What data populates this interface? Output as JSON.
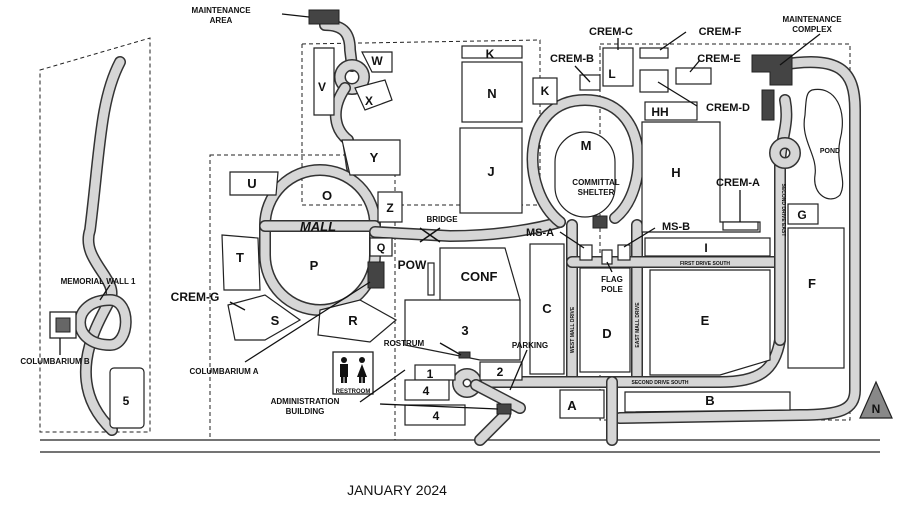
{
  "labels": {
    "maintenance_area": "MAINTENANCE\nAREA",
    "maintenance_complex": "MAINTENANCE\nCOMPLEX",
    "memorial_wall": "MEMORIAL WALL 1",
    "columbarium_b": "COLUMBARIUM B",
    "columbarium_a": "COLUMBARIUM A",
    "administration_building": "ADMINISTRATION\nBUILDING",
    "restroom": "RESTROOM",
    "rostrum": "ROSTRUM",
    "parking": "PARKING",
    "committal_shelter": "COMMITTAL\nSHELTER",
    "flag_pole": "FLAG\nPOLE",
    "bridge": "BRIDGE",
    "pow": "POW",
    "conf": "CONF",
    "mall": "MALL",
    "pond": "POND",
    "date": "JANUARY 2024",
    "north": "N"
  },
  "sections": {
    "k_top": "K",
    "n": "N",
    "j": "J",
    "k": "K",
    "m": "M",
    "l": "L",
    "hh": "HH",
    "h": "H",
    "i": "I",
    "g": "G",
    "f": "F",
    "e": "E",
    "d": "D",
    "c": "C",
    "b": "B",
    "a": "A",
    "w": "W",
    "v": "V",
    "x": "X",
    "y": "Y",
    "u": "U",
    "o": "O",
    "z": "Z",
    "t": "T",
    "p": "P",
    "q": "Q",
    "s": "S",
    "r": "R",
    "three": "3",
    "one": "1",
    "two": "2",
    "four_a": "4",
    "four_b": "4",
    "five": "5"
  },
  "crem": {
    "a": "CREM-A",
    "b": "CREM-B",
    "c": "CREM-C",
    "d": "CREM-D",
    "e": "CREM-E",
    "f": "CREM-F",
    "g": "CREM-G",
    "ms_a": "MS-A",
    "ms_b": "MS-B"
  },
  "streets": {
    "first_drive_south": "FIRST DRIVE SOUTH",
    "second_drive_south": "SECOND DRIVE SOUTH",
    "second_drive_east": "SECOND DRIVE EAST",
    "west_mall_drive": "WEST MALL DRIVE",
    "east_mall_drive": "EAST MALL DRIVE"
  }
}
